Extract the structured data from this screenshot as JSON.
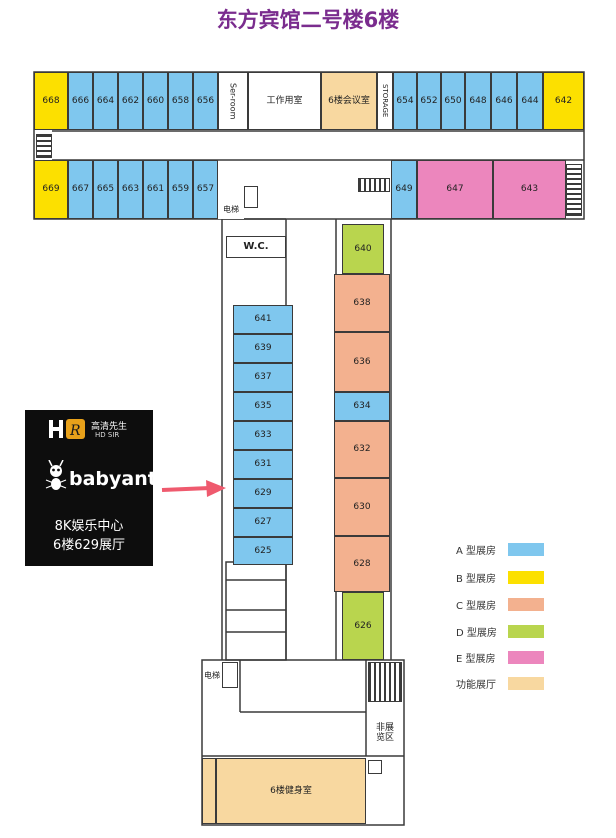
{
  "title": "东方宾馆二号楼6楼",
  "colors": {
    "a": "#7fc7ee",
    "b": "#fce000",
    "c": "#f3b18f",
    "d": "#b9d54e",
    "e": "#ec86bd",
    "func": "#f8d8a0",
    "title": "#7a2c8e",
    "arrow": "#ef5a6e"
  },
  "rooms": {
    "r668": "668",
    "r666": "666",
    "r664": "664",
    "r662": "662",
    "r660": "660",
    "r658": "658",
    "r656": "656",
    "ser_room": "Ser-room",
    "office": "工作用室",
    "meeting": "6楼会议室",
    "storage": "STORAGE",
    "r654": "654",
    "r652": "652",
    "r650": "650",
    "r648": "648",
    "r646": "646",
    "r644": "644",
    "r642": "642",
    "r669": "669",
    "r667": "667",
    "r665": "665",
    "r663": "663",
    "r661": "661",
    "r659": "659",
    "r657": "657",
    "r649": "649",
    "r647": "647",
    "r643": "643",
    "elevator_top": "电梯",
    "wc": "W.C.",
    "r640": "640",
    "r641": "641",
    "r639": "639",
    "r637": "637",
    "r635": "635",
    "r633": "633",
    "r631": "631",
    "r629": "629",
    "r627": "627",
    "r625": "625",
    "r638": "638",
    "r636": "636",
    "r634": "634",
    "r632": "632",
    "r630": "630",
    "r628": "628",
    "r626": "626",
    "elevator_bottom": "电梯",
    "non_exhibit": "非展览区",
    "gym": "6楼健身室"
  },
  "promo": {
    "logo_text_cn": "高清先生",
    "logo_text_en": "HD SIR",
    "brand": "babyant",
    "line1": "8K娱乐中心",
    "line2": "6楼629展厅"
  },
  "legend": [
    {
      "label": "A 型展房",
      "color": "#7fc7ee"
    },
    {
      "label": "B 型展房",
      "color": "#fce000"
    },
    {
      "label": "C 型展房",
      "color": "#f3b18f"
    },
    {
      "label": "D 型展房",
      "color": "#b9d54e"
    },
    {
      "label": "E 型展房",
      "color": "#ec86bd"
    },
    {
      "label": "功能展厅",
      "color": "#f8d8a0"
    }
  ]
}
